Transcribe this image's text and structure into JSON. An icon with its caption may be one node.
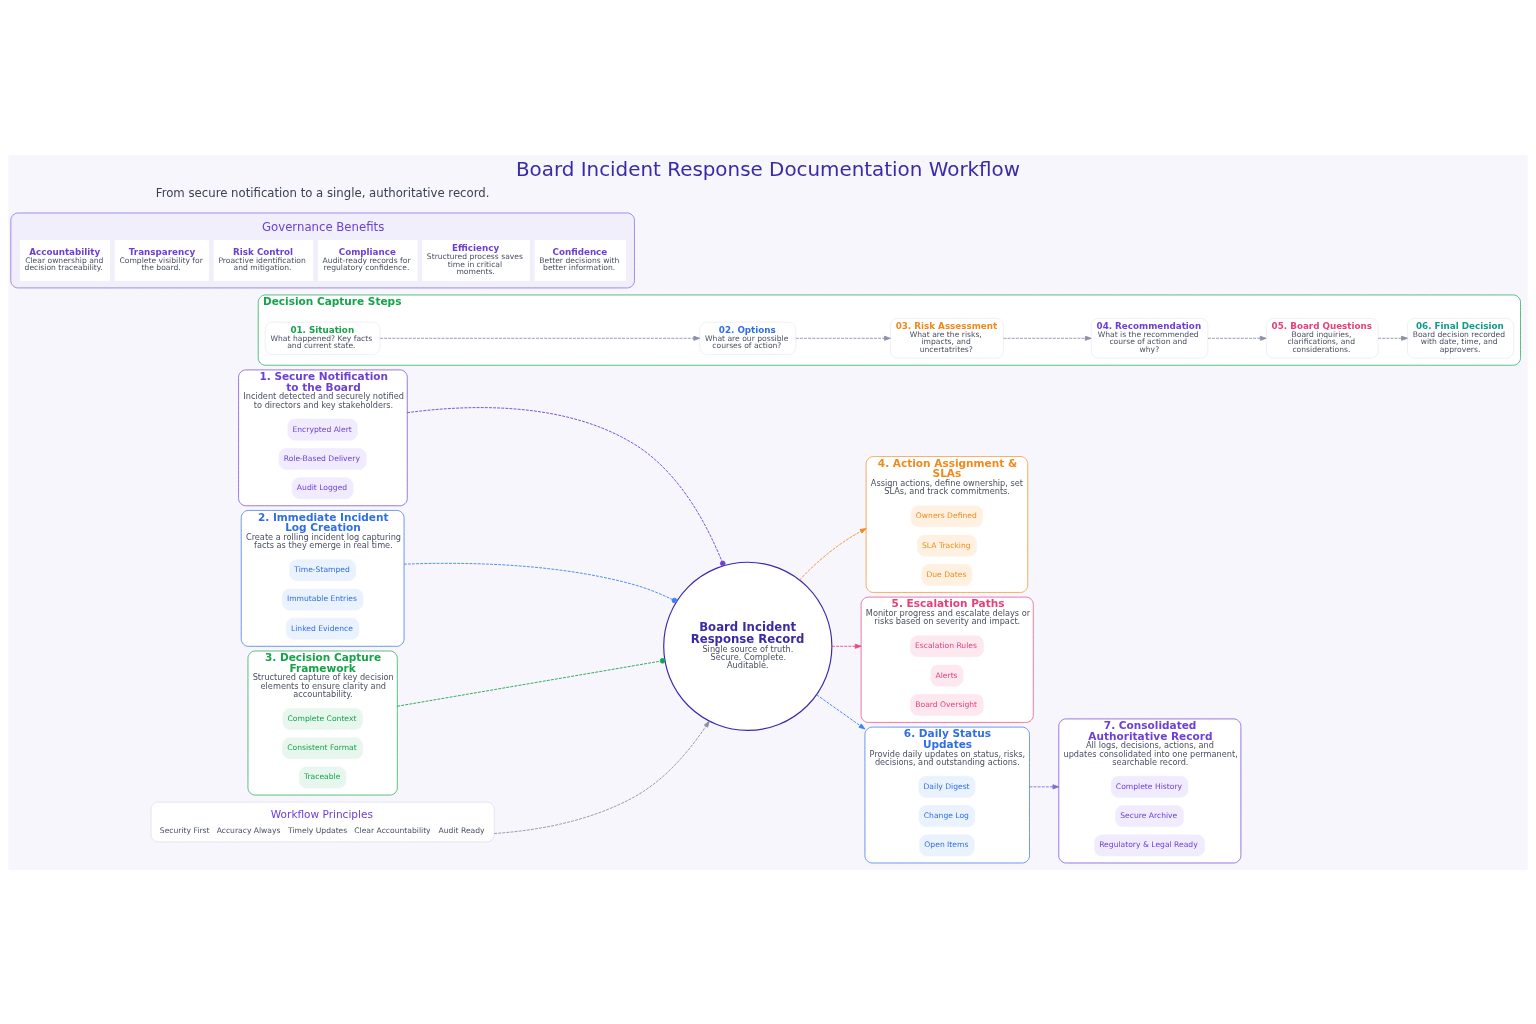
{
  "diagram": {
    "title": "Board Incident Response Documentation Workflow",
    "nodes": [
      {
        "text": [
          "1. Secure Notification to the Board",
          "Incident detected and securely notified to directors and key stakeholders."
        ]
      },
      {
        "text": [
          "Encrypted Alert"
        ],
        "in": 0
      },
      {
        "text": [
          "Role-Based Delivery"
        ],
        "in": 0
      },
      {
        "text": [
          "Audit Logged"
        ],
        "in": 0
      },
      {
        "text": [
          "2. Immediate Incident Log Creation",
          "Create a rolling incident log capturing facts as they emerge in real time."
        ]
      },
      {
        "text": [
          "Time-Stamped"
        ],
        "in": 4
      },
      {
        "text": [
          "Immutable Entries"
        ],
        "in": 4
      },
      {
        "text": [
          "Linked Evidence"
        ],
        "in": 4
      },
      {
        "text": [
          "3. Decision Capture Framework",
          "Structured capture of key decision elements to ensure clarity and accountability."
        ]
      },
      {
        "text": [
          "Complete Context"
        ],
        "in": 8
      },
      {
        "text": [
          "Consistent Format"
        ],
        "in": 8
      },
      {
        "text": [
          "Traceable"
        ],
        "in": 8
      },
      {
        "text": [
          "Board Incident Response Record",
          "Single source of truth. Secure. Complete. Auditable."
        ]
      },
      {
        "text": [
          "4. Action Assignment & SLAs",
          "Assign actions, define ownership, set SLAs, and track commitments."
        ]
      },
      {
        "text": [
          "Owners Defined"
        ],
        "in": 13
      },
      {
        "text": [
          "SLA Tracking"
        ],
        "in": 13
      },
      {
        "text": [
          "Due Dates"
        ],
        "in": 13
      },
      {
        "text": [
          "5. Escalation Paths",
          "Monitor progress and escalate delays or risks based on severity and impact."
        ]
      },
      {
        "text": [
          "Escalation Rules"
        ],
        "in": 17
      },
      {
        "text": [
          "Alerts"
        ],
        "in": 17
      },
      {
        "text": [
          "Board Oversight"
        ],
        "in": 17
      },
      {
        "text": [
          "6. Daily Status Updates",
          "Provide daily updates on status, risks, decisions, and outstanding actions."
        ]
      },
      {
        "text": [
          "Daily Digest"
        ],
        "in": 21
      },
      {
        "text": [
          "Change Log"
        ],
        "in": 21
      },
      {
        "text": [
          "Open Items"
        ],
        "in": 21
      },
      {
        "text": [
          "Workflow Principles",
          "Security First",
          "Accuracy Always",
          "Timely Updates",
          "Clear Accountability",
          "Audit Ready"
        ]
      },
      {
        "text": [
          "7. Consolidated Authoritative Record",
          "All logs, decisions, actions, and updates consolidated into one permanent, searchable record."
        ]
      },
      {
        "text": [
          "Complete History"
        ],
        "in": 26
      },
      {
        "text": [
          "Secure Archive"
        ],
        "in": 26
      },
      {
        "text": [
          "Regulatory & Legal Ready"
        ],
        "in": 26
      },
      {
        "text": [
          "Decision Capture Steps"
        ]
      },
      {
        "text": [
          "01. Situation",
          "What happened? Key facts and current state."
        ],
        "in": 30
      },
      {
        "text": [
          "02. Options",
          "What are our possible courses of action?"
        ],
        "in": 30
      },
      {
        "text": [
          "03. Risk Assessment",
          "What are the risks, impacts, and uncertatrites?"
        ],
        "in": 30
      },
      {
        "text": [
          "04. Recommendation",
          "What is the recommended course of action and why?"
        ],
        "in": 30
      },
      {
        "text": [
          "05. Board Questions",
          "Board inquiries, clarifications, and considerations."
        ],
        "in": 30
      },
      {
        "text": [
          "06. Final Decision",
          "Board decision recorded with date, time, and approvers."
        ],
        "in": 30
      },
      {
        "text": [
          "Governance Benefits",
          "Accountability",
          "Clear ownership and decision traceability.",
          "Transparency",
          "Complete visibility for the board.",
          "Risk Control",
          "Proactive identification and mitigation.",
          "Compliance",
          "Audit-ready records for regulatory confidence.",
          "Efficiency",
          "Structured process saves time in critical moments.",
          "Confidence",
          "Better decisions with better information."
        ]
      }
    ],
    "edges": [
      {
        "from": 0,
        "to": 12,
        "arrow": "other",
        "style": "dashed",
        "color": "#6d3fd6"
      },
      {
        "from": 4,
        "to": 12,
        "arrow": "other",
        "style": "dashed",
        "color": "#3b82f6"
      },
      {
        "from": 8,
        "to": 12,
        "arrow": "other",
        "style": "dashed",
        "color": "#16a34a"
      },
      {
        "from": 12,
        "to": 13,
        "arrow": "to",
        "style": "dashed",
        "color": "#f5891f"
      },
      {
        "from": 12,
        "to": 17,
        "arrow": "to",
        "style": "dashed",
        "color": "#ec4880"
      },
      {
        "from": 12,
        "to": 21,
        "arrow": "to",
        "style": "dashed",
        "color": "#3b82f6"
      },
      {
        "from": 25,
        "to": 12,
        "arrow": "to",
        "style": "dashed",
        "color": "#8a8fa3"
      },
      {
        "from": 21,
        "to": 26,
        "arrow": "to",
        "style": "dashed",
        "color": "#7c6fd6"
      },
      {
        "from": 31,
        "to": 32,
        "arrow": "to",
        "style": "dashed",
        "color": "#8a8fa3"
      },
      {
        "from": 32,
        "to": 33,
        "arrow": "to",
        "style": "dashed",
        "color": "#8a8fa3"
      },
      {
        "from": 33,
        "to": 34,
        "arrow": "to",
        "style": "dashed",
        "color": "#8a8fa3"
      },
      {
        "from": 34,
        "to": 35,
        "arrow": "to",
        "style": "dashed",
        "color": "#8a8fa3"
      },
      {
        "from": 35,
        "to": 36,
        "arrow": "to",
        "style": "dashed",
        "color": "#8a8fa3"
      }
    ],
    "labels": [
      "From secure notification to a single, authoritative record."
    ]
  }
}
